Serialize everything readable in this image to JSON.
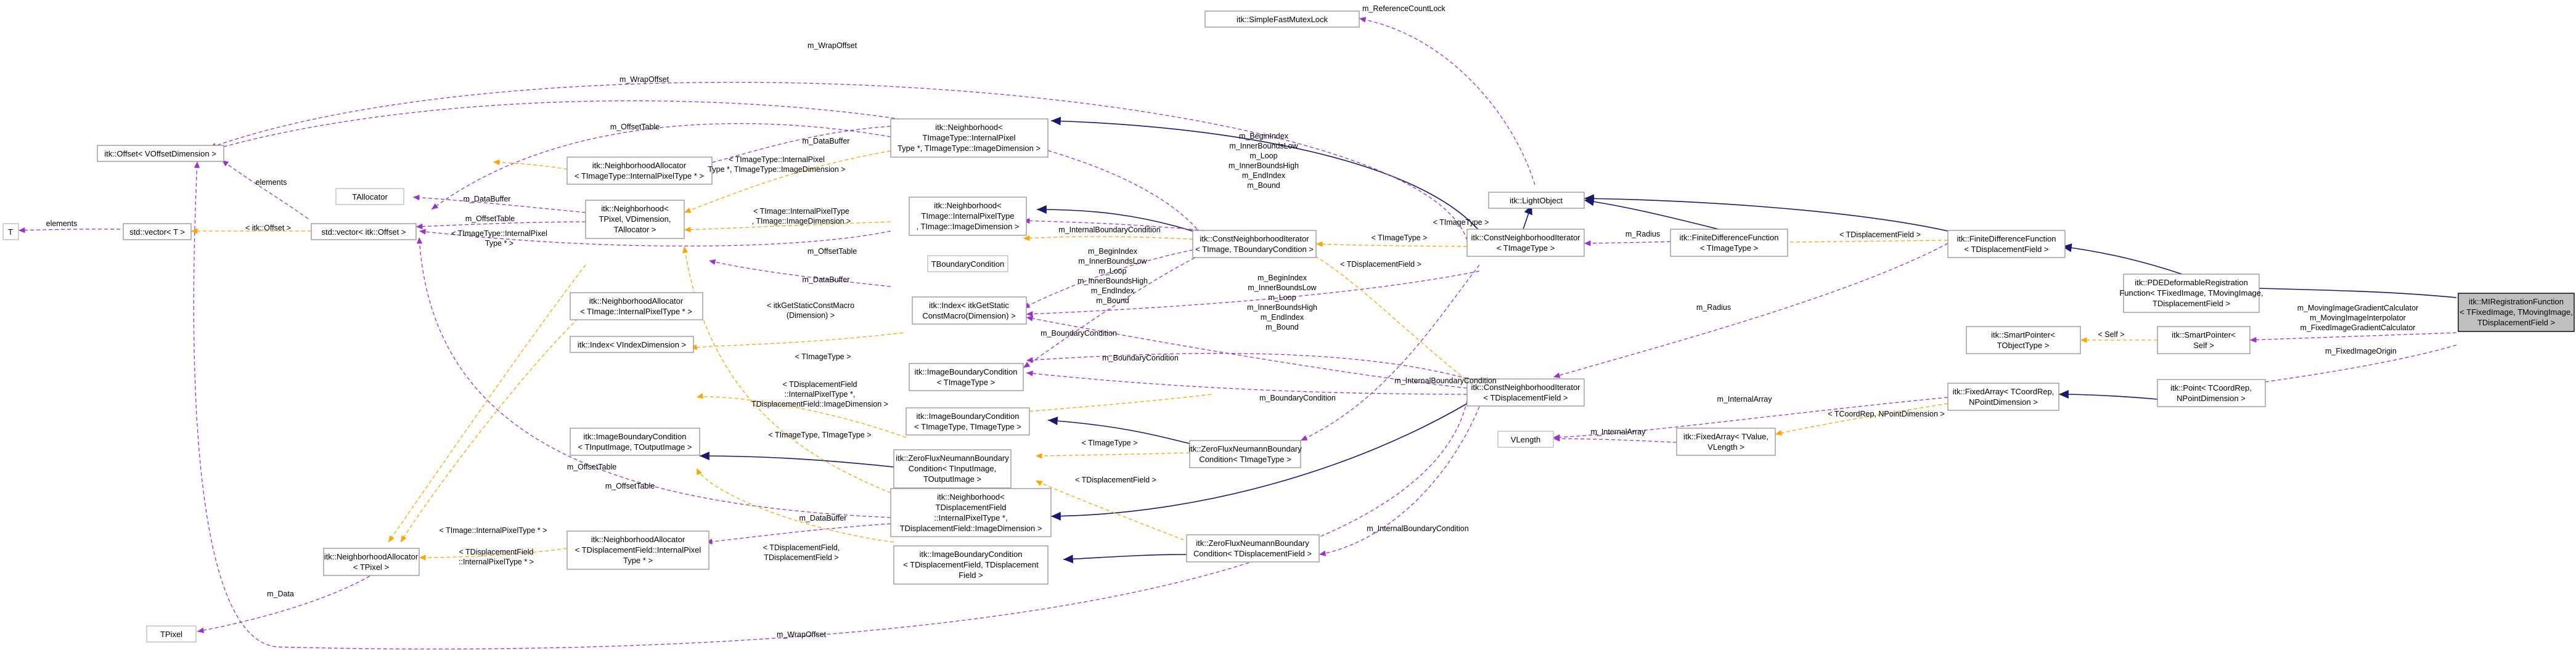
{
  "colors": {
    "usage_edge": "#9a32cd",
    "template_edge": "#ffa500",
    "inheritance_edge": "#191970",
    "node_border": "#999999",
    "focus_fill": "#bfbfbf"
  },
  "nodes": {
    "mi_registration_function": [
      "itk::MIRegistrationFunction",
      "< TFixedImage, TMovingImage,",
      "TDisplacementField >"
    ],
    "pde_deformable": [
      "itk::PDEDeformableRegistration",
      "Function< TFixedImage, TMovingImage,",
      "TDisplacementField >"
    ],
    "finite_difference_function_disp": [
      "itk::FiniteDifferenceFunction",
      "< TDisplacementField >"
    ],
    "light_object": [
      "itk::LightObject"
    ],
    "simple_fast_mutex_lock": [
      "itk::SimpleFastMutexLock"
    ],
    "smart_pointer_self": [
      "itk::SmartPointer<",
      "Self >"
    ],
    "smart_pointer_tobject": [
      "itk::SmartPointer<",
      "TObjectType >"
    ],
    "point": [
      "itk::Point< TCoordRep,",
      "NPointDimension >"
    ],
    "fixed_array_coord": [
      "itk::FixedArray< TCoordRep,",
      "NPointDimension >"
    ],
    "fixed_array_tvalue": [
      "itk::FixedArray< TValue,",
      "VLength >"
    ],
    "vlength": [
      "VLength"
    ],
    "finite_difference_function_img": [
      "itk::FiniteDifferenceFunction",
      "< TImageType >"
    ],
    "const_neighborhood_iterator_img": [
      "itk::ConstNeighborhoodIterator",
      "< TImageType >"
    ],
    "const_neighborhood_iterator_disp": [
      "itk::ConstNeighborhoodIterator",
      "< TDisplacementField >"
    ],
    "const_neighborhood_iterator_tb": [
      "itk::ConstNeighborhoodIterator",
      "< TImage, TBoundaryCondition >"
    ],
    "zero_flux_disp": [
      "itk::ZeroFluxNeumannBoundary",
      "Condition< TDisplacementField >"
    ],
    "zero_flux_img": [
      "itk::ZeroFluxNeumannBoundary",
      "Condition< TImageType >"
    ],
    "zero_flux_tinput": [
      "itk::ZeroFluxNeumannBoundary",
      "Condition< TInputImage,",
      "TOutputImage >"
    ],
    "image_bc_img_img": [
      "itk::ImageBoundaryCondition",
      "< TImageType, TImageType >"
    ],
    "image_bc_img": [
      "itk::ImageBoundaryCondition",
      "< TImageType >"
    ],
    "image_bc_disp": [
      "itk::ImageBoundaryCondition",
      "< TDisplacementField, TDisplacement",
      "Field >"
    ],
    "image_bc_tinput": [
      "itk::ImageBoundaryCondition",
      "< TInputImage, TOutputImage >"
    ],
    "index_getstatic": [
      "itk::Index< itkGetStatic",
      "ConstMacro(Dimension) >"
    ],
    "index_vindex": [
      "itk::Index< VIndexDimension >"
    ],
    "tboundary_condition": [
      "TBoundaryCondition"
    ],
    "neighborhood_img_internal": [
      "itk::Neighborhood<",
      "TImage::InternalPixelType",
      ", TImage::ImageDimension >"
    ],
    "neighborhood_timagetype": [
      "itk::Neighborhood<",
      "TImageType::InternalPixel",
      "Type *, TImageType::ImageDimension >"
    ],
    "neighborhood_disp": [
      "itk::Neighborhood<",
      "TDisplacementField",
      "::InternalPixelType *,",
      "TDisplacementField::ImageDimension >"
    ],
    "neighborhood_tpixel": [
      "itk::Neighborhood<",
      "TPixel, VDimension,",
      "TAllocator >"
    ],
    "neighborhood_allocator_timagetype": [
      "itk::NeighborhoodAllocator",
      "< TImageType::InternalPixelType * >"
    ],
    "neighborhood_allocator_timage": [
      "itk::NeighborhoodAllocator",
      "< TImage::InternalPixelType * >"
    ],
    "neighborhood_allocator_disp": [
      "itk::NeighborhoodAllocator",
      "< TDisplacementField::InternalPixel",
      "Type * >"
    ],
    "neighborhood_allocator_tpixel": [
      "itk::NeighborhoodAllocator",
      "< TPixel >"
    ],
    "tallocator": [
      "TAllocator"
    ],
    "tpixel": [
      "TPixel"
    ],
    "offset_voffset": [
      "itk::Offset< VOffsetDimension >"
    ],
    "std_vector_offset": [
      "std::vector< itk::Offset >"
    ],
    "std_vector_t": [
      "std::vector< T >"
    ],
    "t": [
      "T"
    ]
  },
  "edge_labels": {
    "reference_count_lock": "m_ReferenceCountLock",
    "wrap_offset_top": "m_WrapOffset",
    "wrap_offset_2": "m_WrapOffset",
    "wrap_offset_bottom": "m_WrapOffset",
    "offset_table_top": "m_OffsetTable",
    "offset_table_mid": "m_OffsetTable",
    "offset_table_low": "m_OffsetTable",
    "offset_table_bottom": "m_OffsetTable",
    "data_buffer_1": "m_DataBuffer",
    "data_buffer_2": "m_DataBuffer",
    "data_buffer_3": "m_DataBuffer",
    "data_buffer_4": "m_DataBuffer",
    "elements_1": "elements",
    "elements_2": "elements",
    "offset_tpl": "< itk::Offset >",
    "timagetype_internal_a": [
      "< TImageType::InternalPixel",
      "Type *, TImageType::ImageDimension >"
    ],
    "timage_internal_a": [
      "< TImage::InternalPixelType",
      ", TImage::ImageDimension >"
    ],
    "timagetype_internal_b": [
      "< TImageType::InternalPixel",
      "Type * >"
    ],
    "iterator_vars_tb": [
      "m_BeginIndex",
      "m_InnerBoundsLow",
      "m_Loop",
      "m_InnerBoundsHigh",
      "m_EndIndex",
      "m_Bound"
    ],
    "iterator_vars_img": [
      "m_BeginIndex",
      "m_InnerBoundsLow",
      "m_Loop",
      "m_InnerBoundsHigh",
      "m_EndIndex",
      "m_Bound"
    ],
    "iterator_vars_disp": [
      "m_BeginIndex",
      "m_InnerBoundsLow",
      "m_Loop",
      "m_InnerBoundsHigh",
      "m_EndIndex",
      "m_Bound"
    ],
    "internal_bc_1": "m_InternalBoundaryCondition",
    "internal_bc_2": "m_InternalBoundaryCondition",
    "internal_bc_3": "m_InternalBoundaryCondition",
    "boundary_condition_1": "m_BoundaryCondition",
    "boundary_condition_2": "m_BoundaryCondition",
    "boundary_condition_3": "m_BoundaryCondition",
    "timage_tbc": "< TImageType >",
    "timage_img_bc": "< TImageType >",
    "timage_zero": "< TImageType >",
    "timagetype_timagetype": "< TImageType, TImageType >",
    "tdisp_fdf": "< TDisplacementField >",
    "tdisp_cni": "< TDisplacementField >",
    "tdisp_zero": "< TDisplacementField >",
    "tdisp_pair": [
      "< TDisplacementField,",
      "TDisplacementField >"
    ],
    "tdisp_alloc": [
      "< TDisplacementField",
      "::InternalPixelType * >"
    ],
    "tdisp_nbh": [
      "< TDisplacementField",
      "::InternalPixelType *,",
      "TDisplacementField::ImageDimension >"
    ],
    "getstatic_tpl": [
      "< itkGetStaticConstMacro",
      "(Dimension) >"
    ],
    "timage_alloc": [
      "< TImage::InternalPixelType * >"
    ],
    "radius_1": "m_Radius",
    "radius_2": "m_Radius",
    "self_tpl": "< Self >",
    "gradient_calcs": [
      "m_MovingImageGradientCalculator",
      "m_MovingImageInterpolator",
      "m_FixedImageGradientCalculator"
    ],
    "fixed_image_origin": "m_FixedImageOrigin",
    "internal_array_1": "m_InternalArray",
    "internal_array_2": "m_InternalArray",
    "coord_tpl": "< TCoordRep, NPointDimension >",
    "m_data": "m_Data"
  }
}
